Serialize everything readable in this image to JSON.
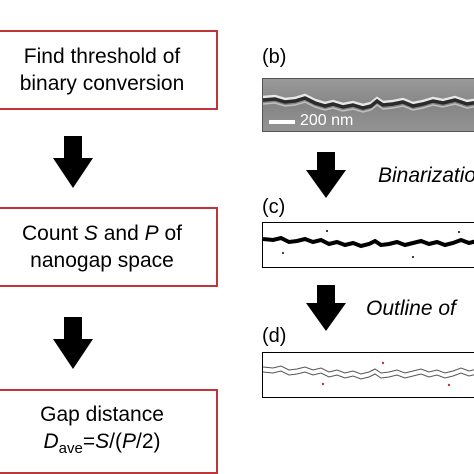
{
  "steps": {
    "find_threshold": {
      "line1": "Find threshold of",
      "line2": "binary conversion"
    },
    "count_s_p": {
      "line1_prefix": "Count ",
      "line1_s": "S",
      "line1_mid": " and ",
      "line1_p": "P",
      "line1_suffix": " of",
      "line2": "nanogap space"
    },
    "gap_distance": {
      "line1": "Gap distance",
      "formula_d": "D",
      "formula_sub": "ave",
      "formula_eq": "=",
      "formula_s": "S",
      "formula_slash": "/(",
      "formula_p": "P",
      "formula_end": "/2)"
    }
  },
  "panels": {
    "b": {
      "label": "(b)",
      "scale_label": "200 nm"
    },
    "c": {
      "label": "(c)"
    },
    "d": {
      "label": "(d)"
    }
  },
  "annotations": {
    "binarization": "Binarization",
    "outline": "Outline of"
  },
  "colors": {
    "box_border": "#c0353a",
    "arrow": "#000000",
    "sem_background": "#8c8c8c"
  }
}
